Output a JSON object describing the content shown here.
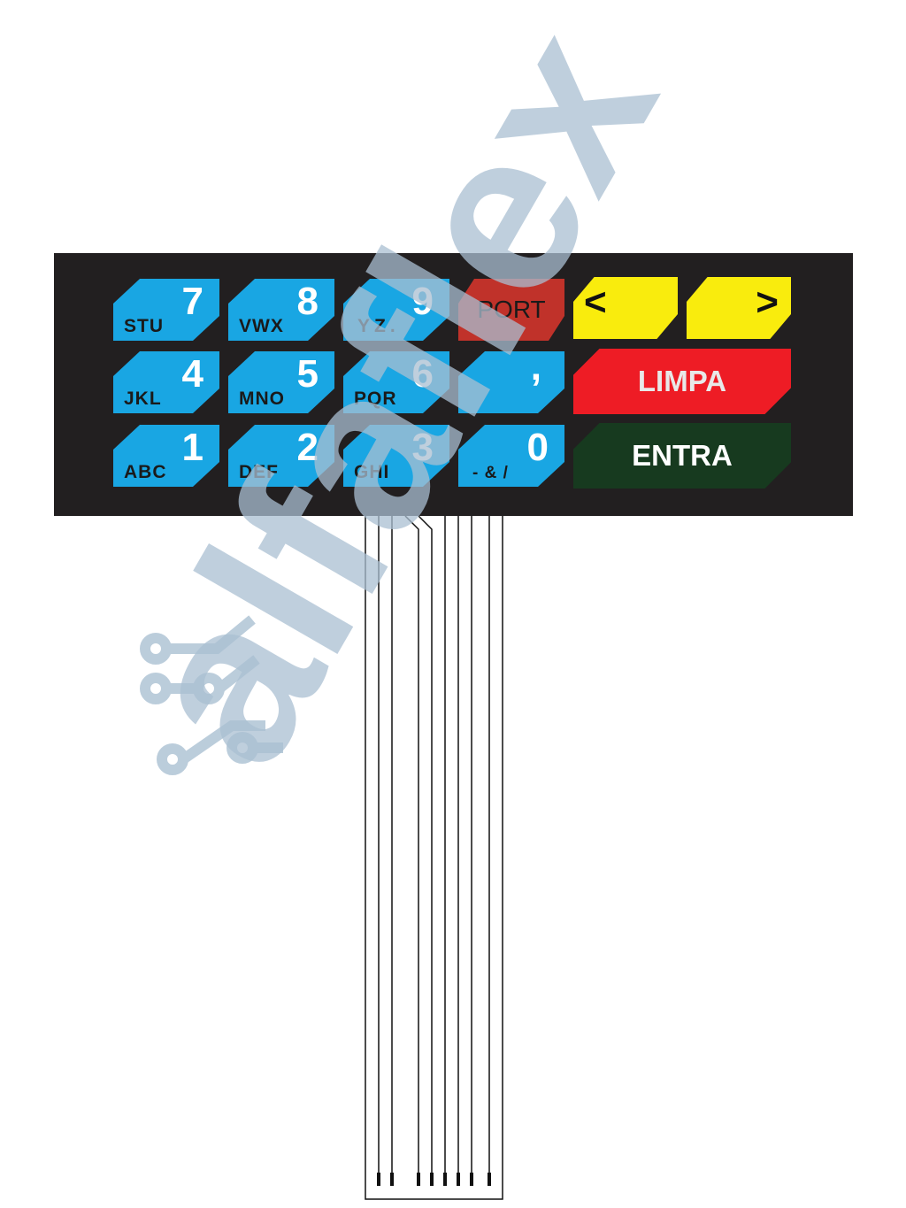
{
  "keypad": {
    "keys": [
      {
        "number": "7",
        "letters": "STU"
      },
      {
        "number": "8",
        "letters": "VWX"
      },
      {
        "number": "9",
        "letters": "YZ."
      },
      {
        "number": "4",
        "letters": "JKL"
      },
      {
        "number": "5",
        "letters": "MNO"
      },
      {
        "number": "6",
        "letters": "PQR"
      },
      {
        "number": "1",
        "letters": "ABC"
      },
      {
        "number": "2",
        "letters": "DEF"
      },
      {
        "number": "3",
        "letters": "GHI"
      }
    ],
    "port_label": "PORT",
    "comma_label": ",",
    "zero_number": "0",
    "zero_letters": "- & /",
    "left_arrow": "<",
    "right_arrow": ">",
    "clear_label": "LIMPA",
    "enter_label": "ENTRA"
  },
  "watermark": {
    "text": "alfaflex"
  },
  "colors": {
    "panel": "#221f20",
    "blue_key": "#19a6e3",
    "red_port": "#c0322a",
    "yellow_arrow": "#f9ec0d",
    "red_clear": "#ee1c25",
    "green_enter": "#173a1f",
    "watermark": "#a9bfd2"
  }
}
